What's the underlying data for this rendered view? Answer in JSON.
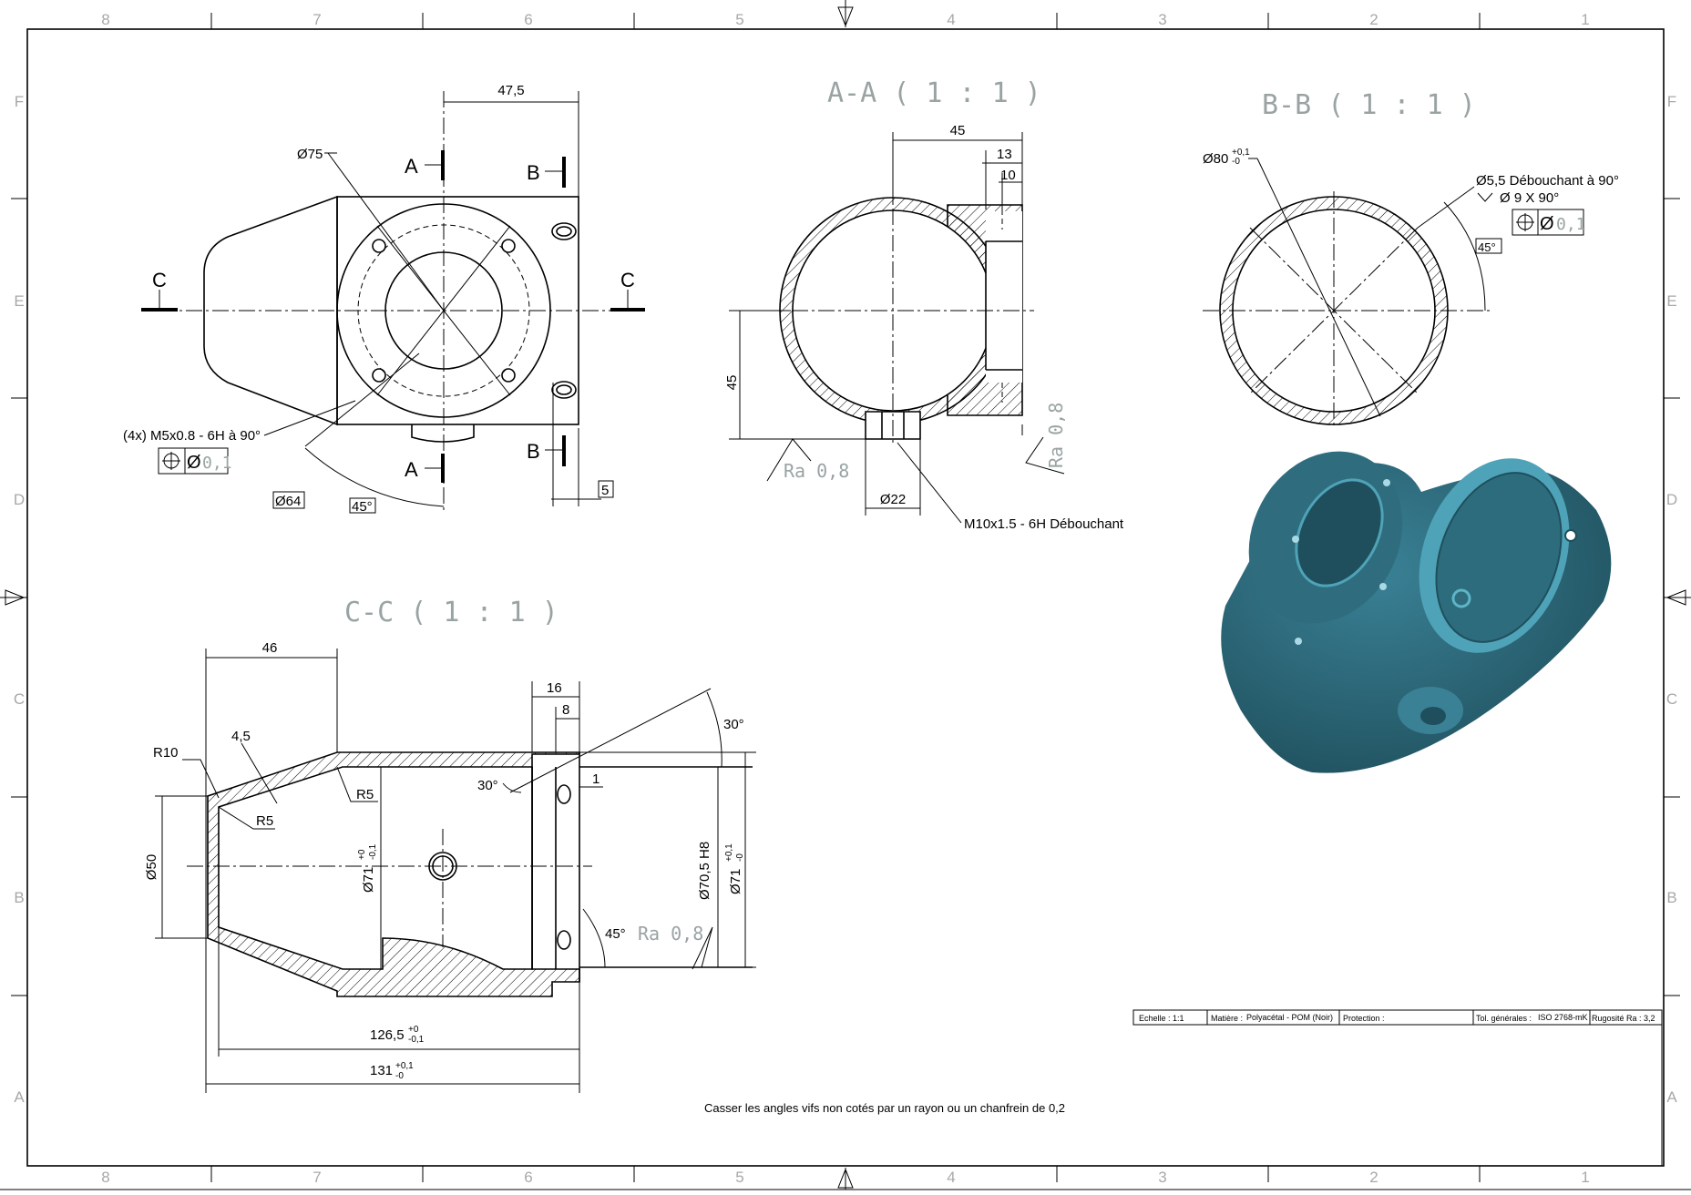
{
  "grid": {
    "columns": [
      "8",
      "7",
      "6",
      "5",
      "4",
      "3",
      "2",
      "1"
    ],
    "rows": [
      "F",
      "E",
      "D",
      "C",
      "B",
      "A"
    ]
  },
  "views": {
    "aa_title": "A-A ( 1 : 1 )",
    "bb_title": "B-B ( 1 : 1 )",
    "cc_title": "C-C ( 1 : 1 )"
  },
  "section_marks": {
    "a": "A",
    "b": "B",
    "c": "C"
  },
  "front": {
    "d75": "Ø75",
    "w47": "47,5",
    "threads": "(4x) M5x0.8 - 6H à 90°",
    "tol_sym_d": "Ø",
    "tol_val": "0,1",
    "d64": "Ø64",
    "a45": "45°",
    "d5": "5"
  },
  "aa": {
    "d45w": "45",
    "d13": "13",
    "d10": "10",
    "d45h": "45",
    "ra": "Ra 0,8",
    "ra2": "Ra 0,8",
    "d22": "Ø22",
    "m10": "M10x1.5 - 6H Débouchant"
  },
  "bb": {
    "d80": "Ø80",
    "d80_tol_up": "+0,1",
    "d80_tol_dn": "-0",
    "hole": "Ø5,5 Débouchant à 90°",
    "csk": "Ø 9 X 90°",
    "tol_sym_d": "Ø",
    "tol_val": "0,1",
    "a45": "45°"
  },
  "cc": {
    "d46": "46",
    "d16": "16",
    "d8": "8",
    "d1": "1",
    "a30a": "30°",
    "a30b": "30°",
    "r10": "R10",
    "d45": "4,5",
    "r5a": "R5",
    "r5b": "R5",
    "d50": "Ø50",
    "d71a": "Ø71",
    "d71a_tol_up": "+0",
    "d71a_tol_dn": "-0,1",
    "d705": "Ø70,5 H8",
    "d71b": "Ø71",
    "d71b_tol_up": "+0,1",
    "d71b_tol_dn": "-0",
    "a45": "45°",
    "ra": "Ra 0,8",
    "l1265": "126,5",
    "l1265_tol_up": "+0",
    "l1265_tol_dn": "-0,1",
    "l131": "131",
    "l131_tol_up": "+0,1",
    "l131_tol_dn": "-0"
  },
  "note": "Casser les angles vifs non cotés par un rayon ou un chanfrein de 0,2",
  "title_block": {
    "echelle": "Echelle : 1:1",
    "matiere_label": "Matière :",
    "matiere": "Polyacétal - POM (Noir)",
    "protection": "Protection :",
    "tol_label": "Tol. générales :",
    "tol": "ISO 2768-mK",
    "rugosite": "Rugosité Ra : 3,2"
  },
  "colors": {
    "model_teal": "#2f6d7e",
    "model_light": "#4fa3b8",
    "model_dark": "#1f4f5c"
  }
}
